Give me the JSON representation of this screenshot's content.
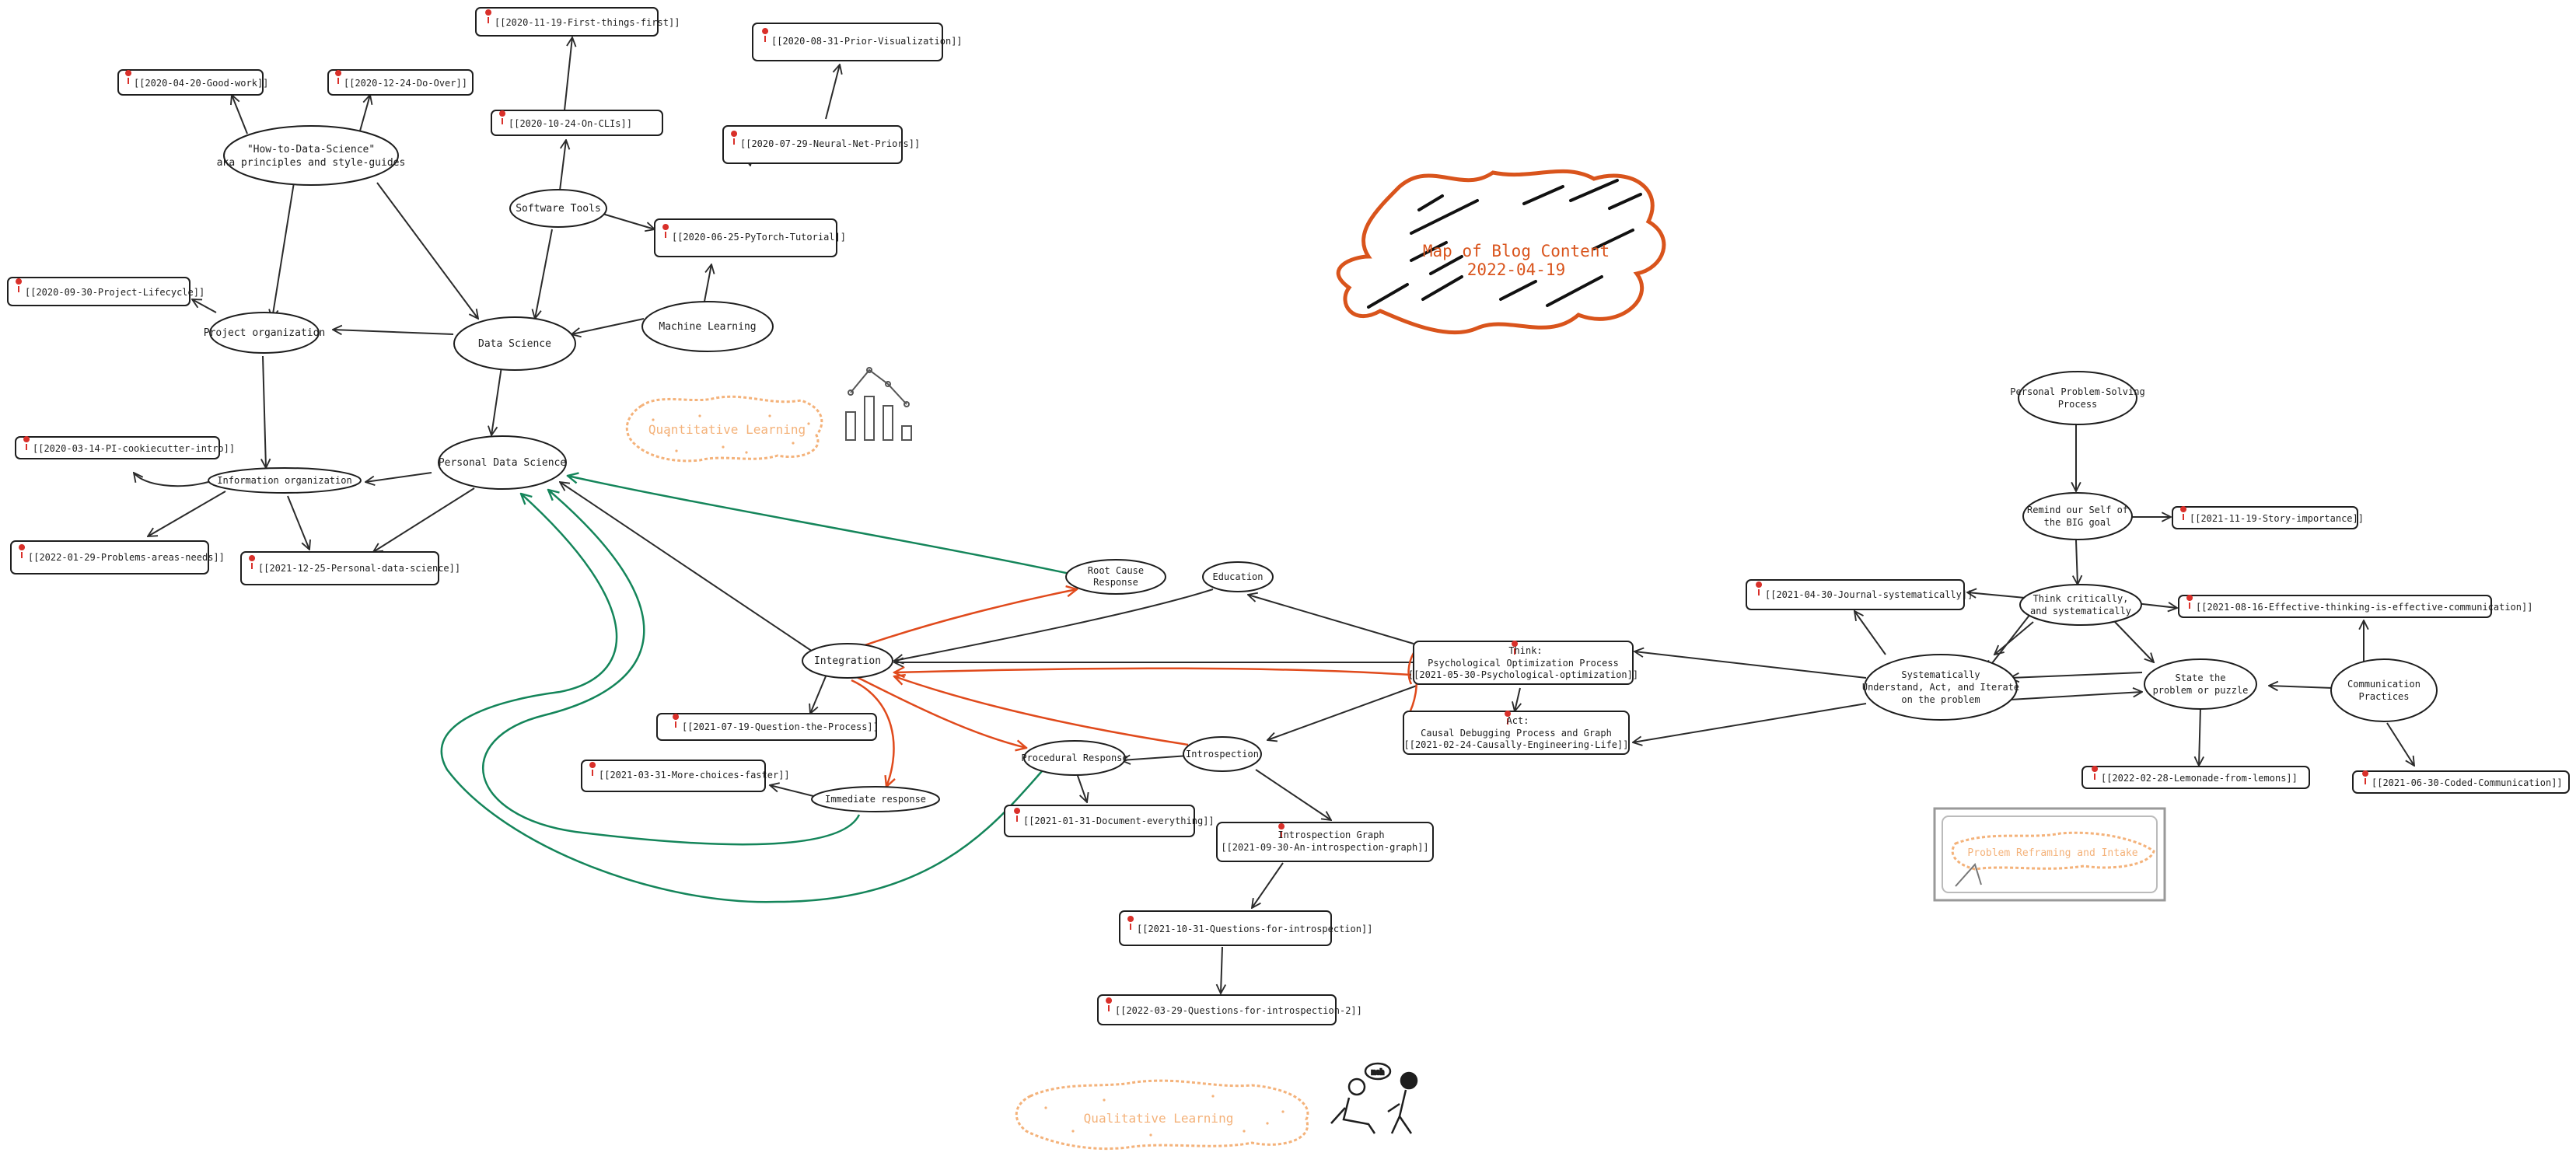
{
  "title": {
    "line1": "Map of Blog Content",
    "line2": "2022-04-19"
  },
  "areas": {
    "quantitative": "Quantitative Learning",
    "qualitative": "Qualitative Learning",
    "problem": "Problem Reframing and Intake"
  },
  "icons": {
    "meh": "meh"
  },
  "colors": {
    "orange": "#e04a1c",
    "green": "#14855a",
    "peach": "#f4b27a",
    "ink": "#1e1e1e"
  },
  "nodes": {
    "howto1": "\"How-to-Data-Science\"",
    "howto2": "aka principles and style-guides",
    "software_tools": "Software Tools",
    "project_org": "Project organization",
    "data_science": "Data Science",
    "machine_learning": "Machine Learning",
    "info_org": "Information organization",
    "personal_ds": "Personal Data Science",
    "root_cause1": "Root Cause",
    "root_cause2": "Response",
    "education": "Education",
    "integration": "Integration",
    "procedural": "Procedural Response",
    "introspection": "Introspection",
    "immediate": "Immediate response",
    "think_hdr": "Think:",
    "think1": "Psychological Optimization Process",
    "think2": "[[2021-05-30-Psychological-optimization]]",
    "act_hdr": "Act:",
    "act1": "Causal Debugging Process and Graph",
    "act2": "[[2021-02-24-Causally-Engineering-Life]]",
    "intro_graph1": "Introspection Graph",
    "intro_graph2": "[[2021-09-30-An-introspection-graph]]",
    "pps1": "Personal Problem-Solving",
    "pps2": "Process",
    "remind1": "Remind our Self of",
    "remind2": "the BIG goal",
    "think_crit1": "Think critically,",
    "think_crit2": "and systematically",
    "sys1": "Systematically",
    "sys2": "Understand, Act, and Iterate",
    "sys3": "on the problem",
    "state1": "State the",
    "state2": "problem or puzzle",
    "comm1": "Communication",
    "comm2": "Practices"
  },
  "links": {
    "first_things": "[[2020-11-19-First-things-first]]",
    "prior_vis": "[[2020-08-31-Prior-Visualization]]",
    "good_work": "[[2020-04-20-Good-work]]",
    "do_over": "[[2020-12-24-Do-Over]]",
    "on_clis": "[[2020-10-24-On-CLIs]]",
    "nn_priors": "[[2020-07-29-Neural-Net-Priors]]",
    "pytorch": "[[2020-06-25-PyTorch-Tutorial]]",
    "lifecycle": "[[2020-09-30-Project-Lifecycle]]",
    "cookiecutter": "[[2020-03-14-PI-cookiecutter-intro]]",
    "problems_areas": "[[2022-01-29-Problems-areas-needs]]",
    "pds": "[[2021-12-25-Personal-data-science]]",
    "question_process": "[[2021-07-19-Question-the-Process]]",
    "more_choices": "[[2021-03-31-More-choices-faster]]",
    "document_everything": "[[2021-01-31-Document-everything]]",
    "questions_intro": "[[2021-10-31-Questions-for-introspection]]",
    "questions_intro2": "[[2022-03-29-Questions-for-introspection-2]]",
    "story": "[[2021-11-19-Story-importance]]",
    "journal": "[[2021-04-30-Journal-systematically]]",
    "effective": "[[2021-08-16-Effective-thinking-is-effective-communication]]",
    "lemonade": "[[2022-02-28-Lemonade-from-lemons]]",
    "coded": "[[2021-06-30-Coded-Communication]]"
  }
}
